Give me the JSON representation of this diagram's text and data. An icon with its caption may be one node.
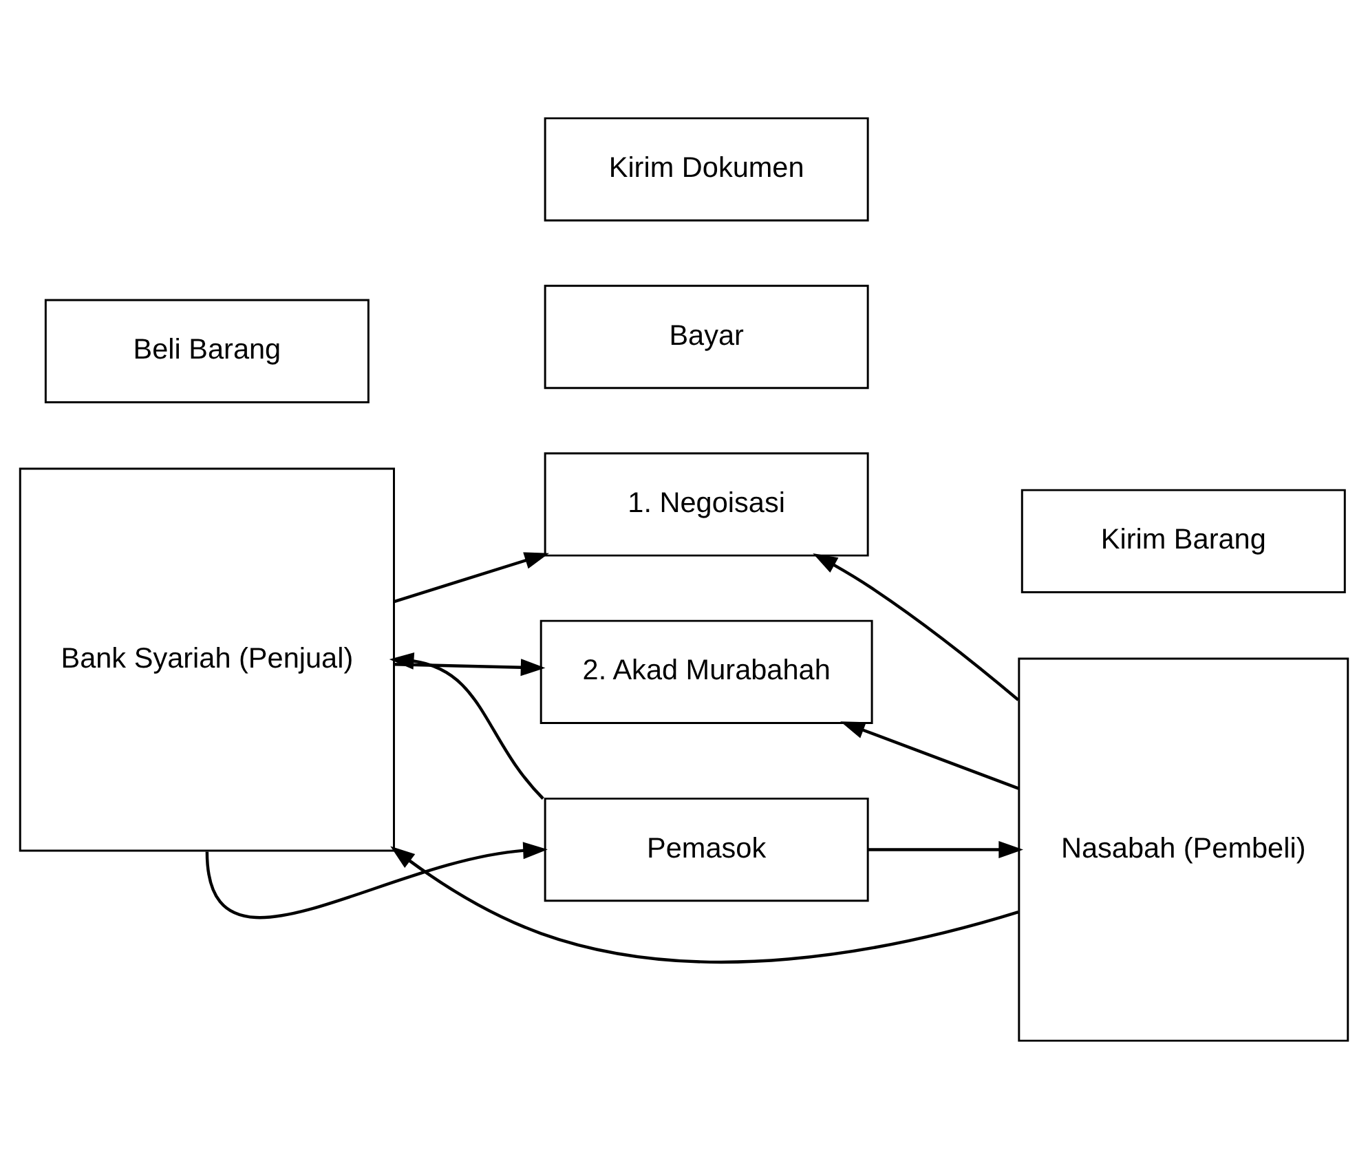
{
  "diagram": {
    "nodes": [
      {
        "text": [
          "1. Negoisasi"
        ]
      },
      {
        "text": [
          "Bank Syariah (Penjual)"
        ]
      },
      {
        "text": [
          "2. Akad Murabahah"
        ]
      },
      {
        "text": [
          "Nasabah (Pembeli)"
        ]
      },
      {
        "text": [
          "Bayar"
        ]
      },
      {
        "text": [
          "Kirim Dokumen"
        ]
      },
      {
        "text": [
          "Pemasok"
        ]
      },
      {
        "text": [
          "Beli Barang"
        ]
      },
      {
        "text": [
          "Kirim Barang"
        ]
      }
    ],
    "edges": [
      {
        "from": 1,
        "to": 0,
        "arrow": "to"
      },
      {
        "from": 3,
        "to": 0,
        "arrow": "to"
      },
      {
        "from": 1,
        "to": 2,
        "arrow": "to"
      },
      {
        "from": 3,
        "to": 2,
        "arrow": "to"
      },
      {
        "from": 3,
        "to": 1,
        "arrow": "to"
      },
      {
        "from": 6,
        "to": 1,
        "arrow": "to"
      },
      {
        "from": 1,
        "to": 6,
        "arrow": "to"
      },
      {
        "from": 6,
        "to": 3,
        "arrow": "to"
      }
    ]
  }
}
